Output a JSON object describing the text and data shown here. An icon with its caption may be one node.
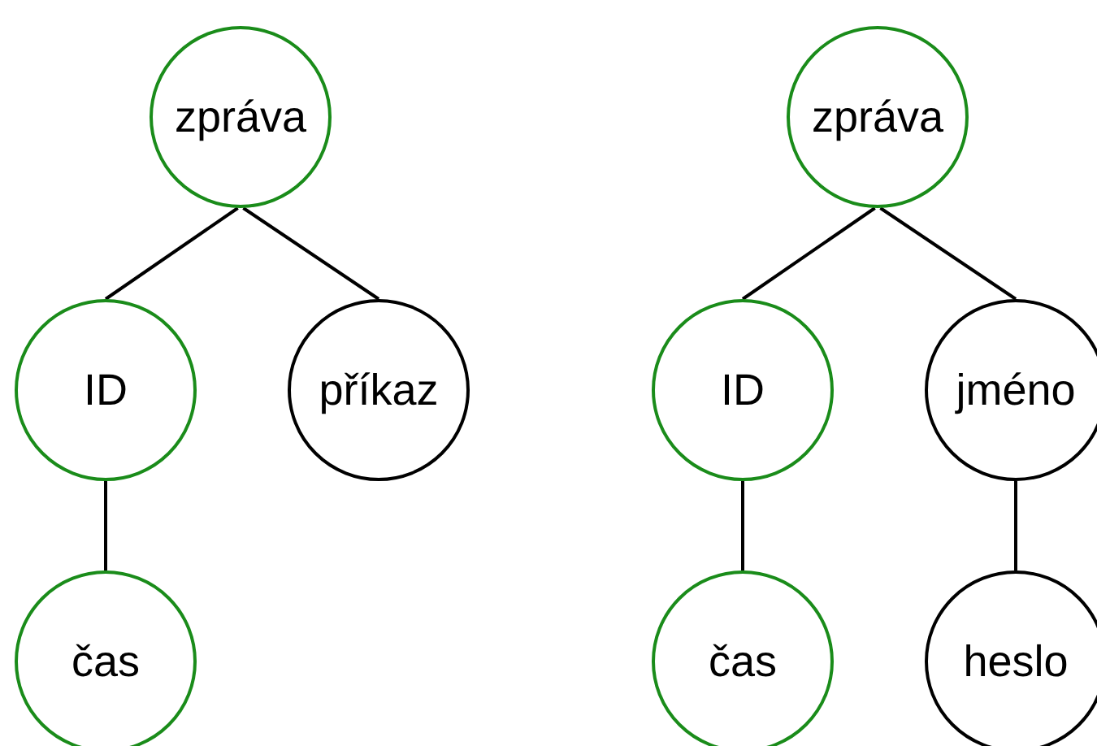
{
  "diagram": {
    "nodes": [
      {
        "text": [
          "zpráva"
        ]
      },
      {
        "text": [
          "ID"
        ]
      },
      {
        "text": [
          "příkaz"
        ]
      },
      {
        "text": [
          "čas"
        ]
      },
      {
        "text": [
          "zpráva"
        ]
      },
      {
        "text": [
          "ID"
        ]
      },
      {
        "text": [
          "jméno"
        ]
      },
      {
        "text": [
          "čas"
        ]
      },
      {
        "text": [
          "heslo"
        ]
      }
    ],
    "edges": [
      {
        "from": 0,
        "to": 1,
        "arrow": "none"
      },
      {
        "from": 0,
        "to": 2,
        "arrow": "none"
      },
      {
        "from": 1,
        "to": 3,
        "arrow": "none"
      },
      {
        "from": 4,
        "to": 5,
        "arrow": "none"
      },
      {
        "from": 4,
        "to": 6,
        "arrow": "none"
      },
      {
        "from": 5,
        "to": 7,
        "arrow": "none"
      },
      {
        "from": 6,
        "to": 8,
        "arrow": "none"
      }
    ]
  }
}
